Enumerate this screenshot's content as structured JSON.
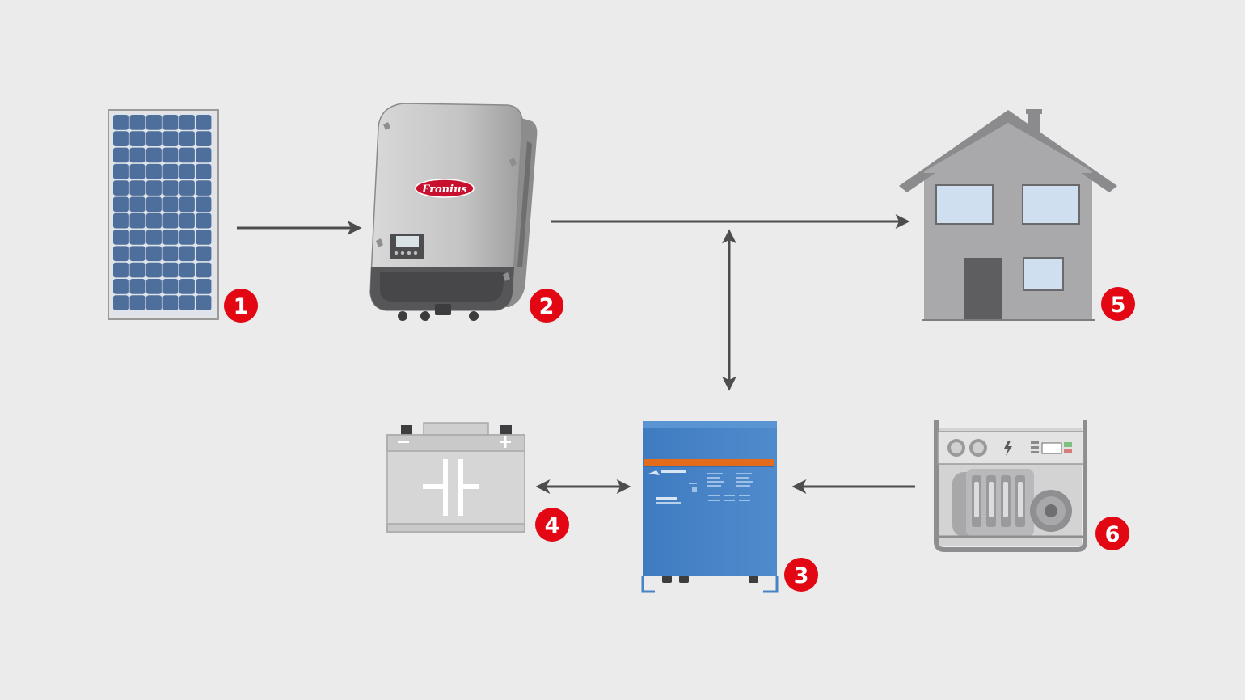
{
  "colors": {
    "background": "#ebebeb",
    "arrow": "#4d4d4d",
    "badge": "#e30613",
    "inverter_logo": "#c8102e",
    "inverter_body": "#bdbdbd",
    "inverter_base": "#555558",
    "solar_cell": "#4e6f9b",
    "battery_body": "#d6d6d6",
    "charger_body": "#4a83c4",
    "charger_stripe": "#e36c1c",
    "house_wall": "#a9a9ab",
    "house_window": "#cfdff0"
  },
  "nodes": [
    {
      "id": "solar-panel",
      "icon": "solar-panel-icon",
      "badge": "1"
    },
    {
      "id": "inverter",
      "icon": "inverter-icon",
      "badge": "2",
      "logo": "Fronius"
    },
    {
      "id": "inverter-charger",
      "icon": "inverter-charger-icon",
      "badge": "3"
    },
    {
      "id": "battery",
      "icon": "battery-icon",
      "badge": "4"
    },
    {
      "id": "house",
      "icon": "house-icon",
      "badge": "5"
    },
    {
      "id": "generator",
      "icon": "generator-icon",
      "badge": "6"
    }
  ],
  "connections": [
    {
      "from": "solar-panel",
      "to": "inverter",
      "direction": "one-way"
    },
    {
      "from": "inverter",
      "to": "house",
      "direction": "one-way"
    },
    {
      "from": "inverter-house-line",
      "to": "inverter-charger",
      "direction": "two-way"
    },
    {
      "from": "battery",
      "to": "inverter-charger",
      "direction": "two-way"
    },
    {
      "from": "generator",
      "to": "inverter-charger",
      "direction": "one-way"
    }
  ]
}
